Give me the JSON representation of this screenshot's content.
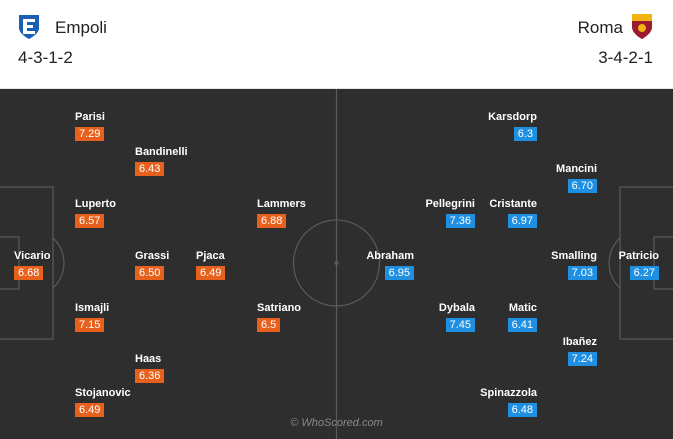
{
  "home": {
    "name": "Empoli",
    "formation": "4-3-1-2",
    "rating_color": "#e8611c",
    "crest": "empoli-crest-icon",
    "players": [
      {
        "name": "Vicario",
        "rating": "6.68"
      },
      {
        "name": "Parisi",
        "rating": "7.29"
      },
      {
        "name": "Luperto",
        "rating": "6.57"
      },
      {
        "name": "Ismajli",
        "rating": "7.15"
      },
      {
        "name": "Stojanovic",
        "rating": "6.49"
      },
      {
        "name": "Bandinelli",
        "rating": "6.43"
      },
      {
        "name": "Grassi",
        "rating": "6.50"
      },
      {
        "name": "Haas",
        "rating": "6.36"
      },
      {
        "name": "Pjaca",
        "rating": "6.49"
      },
      {
        "name": "Lammers",
        "rating": "6.88"
      },
      {
        "name": "Satriano",
        "rating": "6.5"
      }
    ]
  },
  "away": {
    "name": "Roma",
    "formation": "3-4-2-1",
    "rating_color": "#1e8fe1",
    "crest": "roma-crest-icon",
    "players": [
      {
        "name": "Karsdorp",
        "rating": "6.3"
      },
      {
        "name": "Pellegrini",
        "rating": "7.36"
      },
      {
        "name": "Cristante",
        "rating": "6.97"
      },
      {
        "name": "Mancini",
        "rating": "6.70"
      },
      {
        "name": "Abraham",
        "rating": "6.95"
      },
      {
        "name": "Smalling",
        "rating": "7.03"
      },
      {
        "name": "Patricio",
        "rating": "6.27"
      },
      {
        "name": "Dybala",
        "rating": "7.45"
      },
      {
        "name": "Matic",
        "rating": "6.41"
      },
      {
        "name": "Ibañez",
        "rating": "7.24"
      },
      {
        "name": "Spinazzola",
        "rating": "6.48"
      }
    ]
  },
  "watermark": "© WhoScored.com"
}
